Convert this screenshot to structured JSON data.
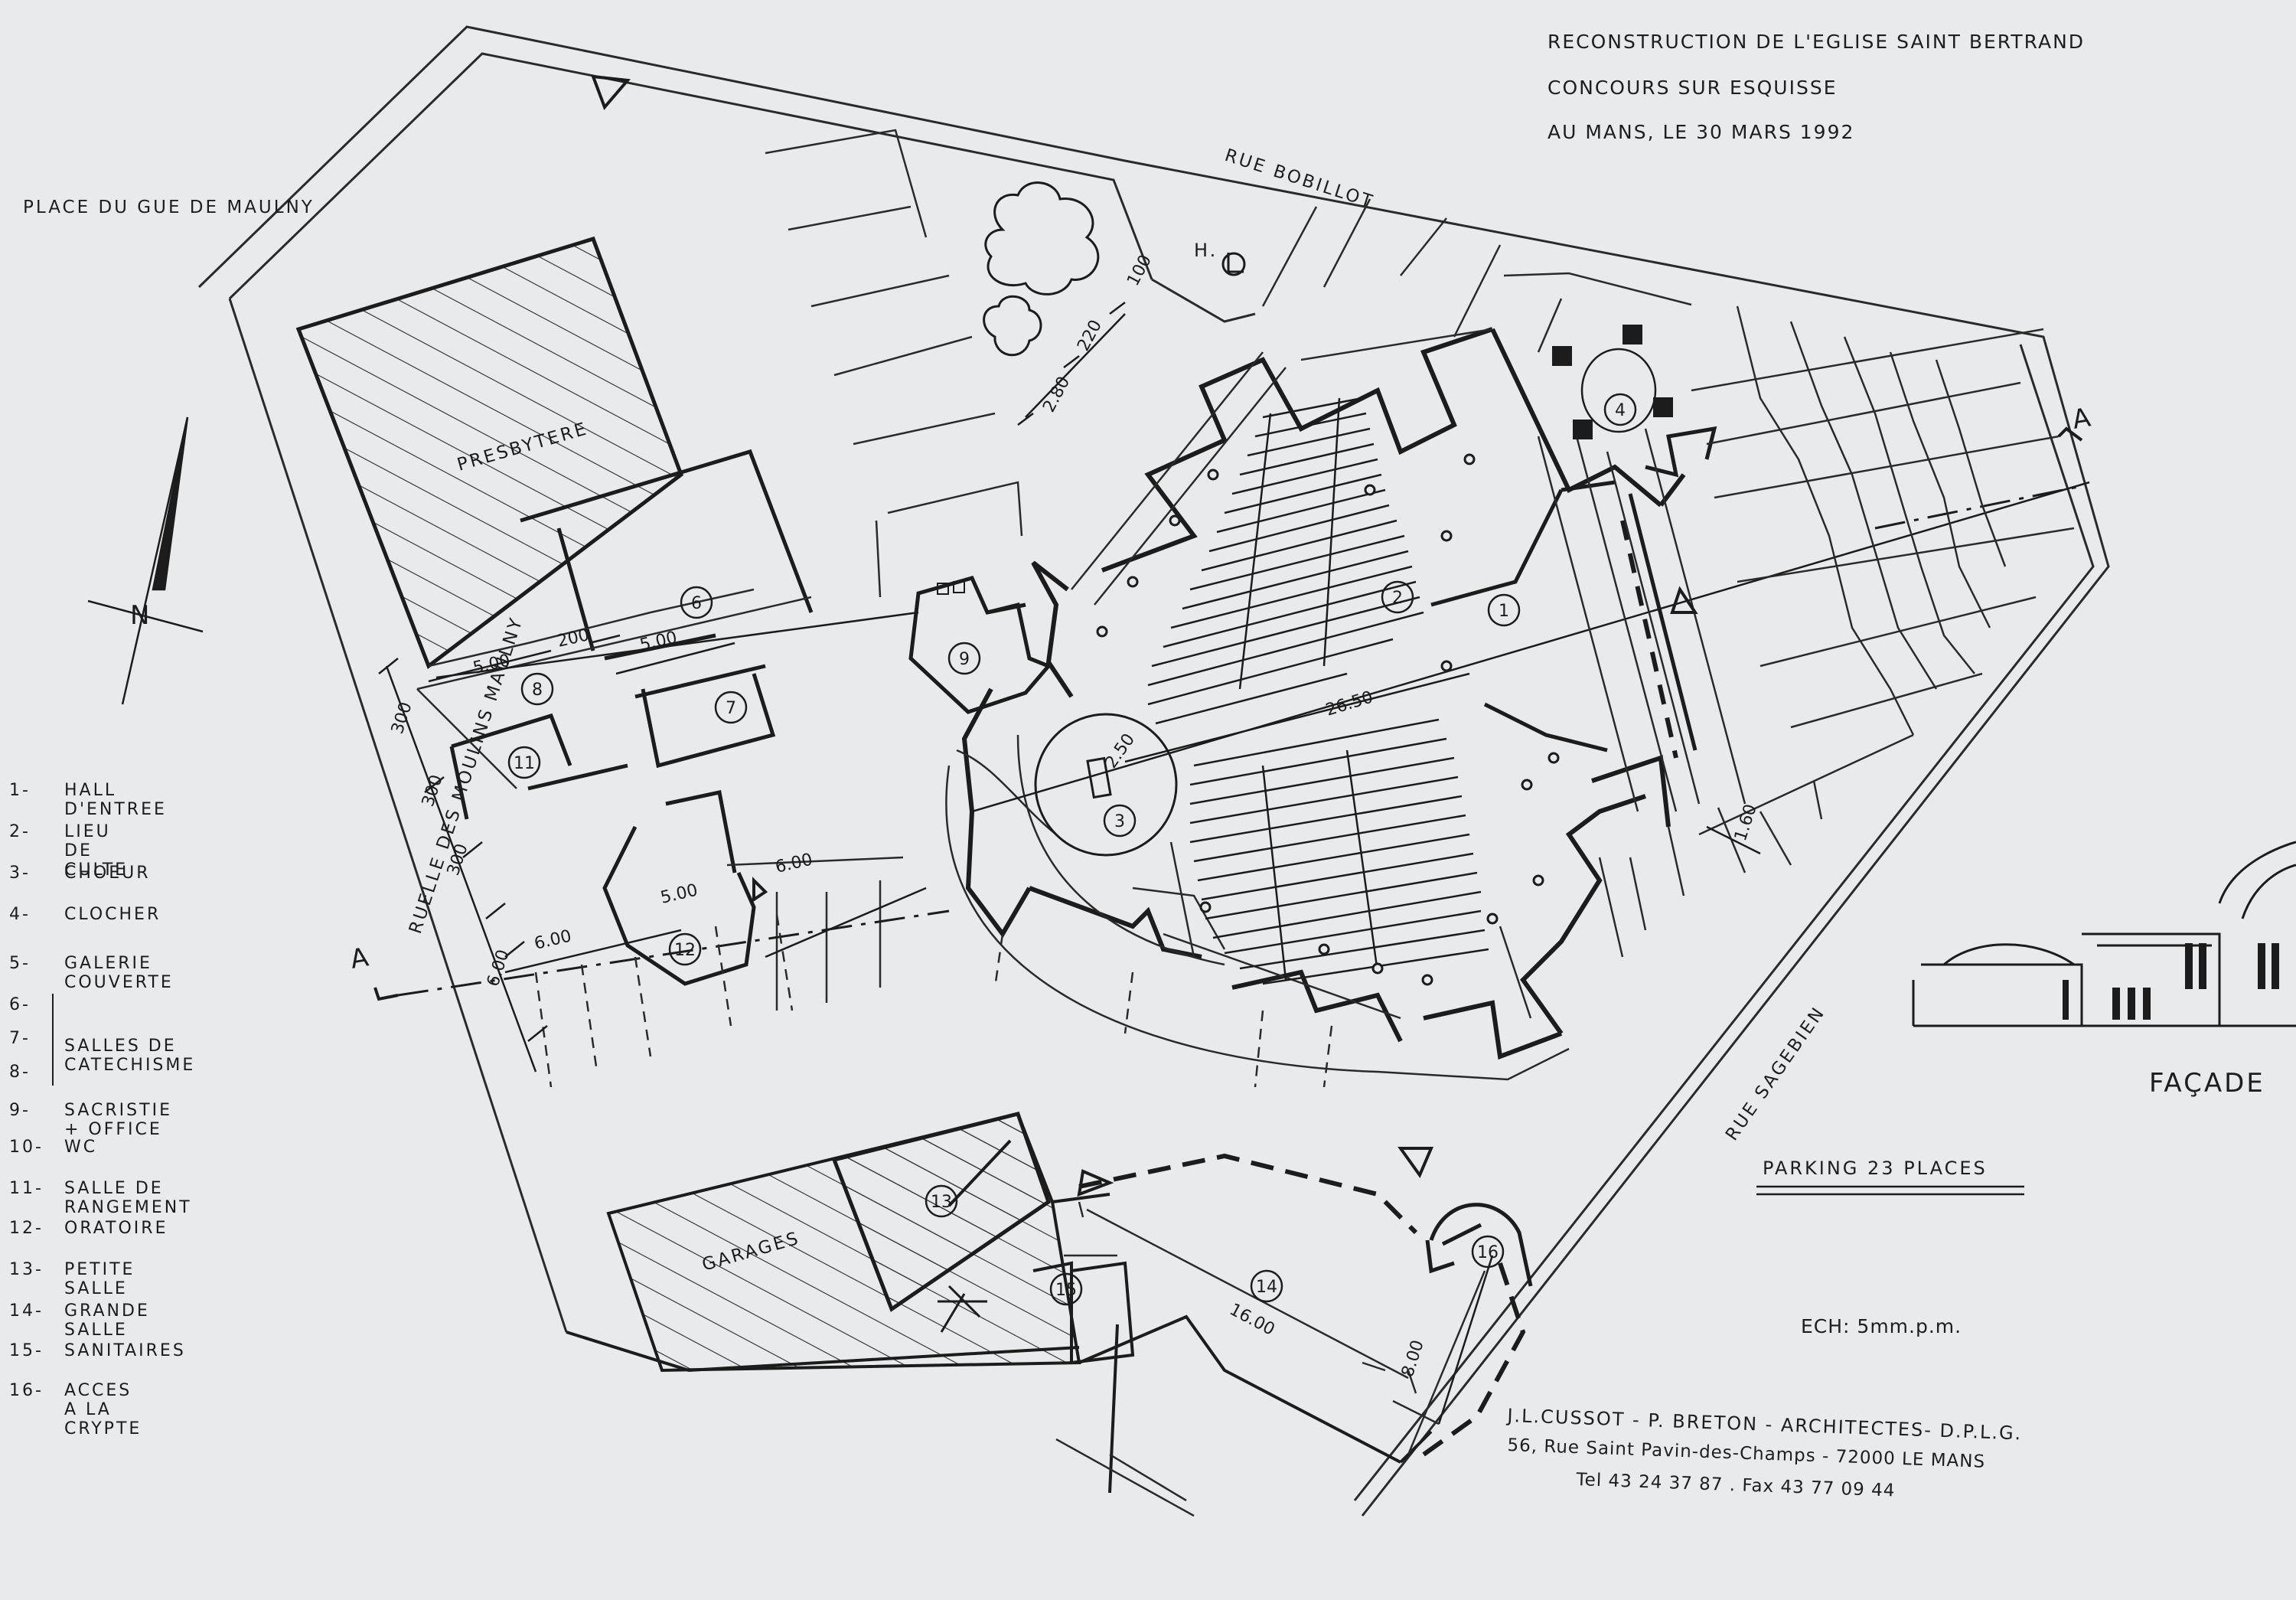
{
  "title": {
    "line1": "RECONSTRUCTION DE L'EGLISE SAINT BERTRAND",
    "line2": "CONCOURS SUR ESQUISSE",
    "line3": "AU MANS, LE 30 MARS 1992"
  },
  "streets": {
    "place": "PLACE DU GUE DE MAULNY",
    "bobillot": "RUE BOBILLOT",
    "ruelle": "RUELLE DES MOULINS MAULNY",
    "sagebien": "RUE SAGEBIEN"
  },
  "plan_labels": {
    "presbytere": "PRESBYTERE",
    "garages": "GARAGES",
    "north": "N",
    "hc": "H.",
    "section_a": "A"
  },
  "legend": [
    {
      "num": "1-",
      "text": "HALL D'ENTREE"
    },
    {
      "num": "2-",
      "text": "LIEU DE CULTE"
    },
    {
      "num": "3-",
      "text": "CHOEUR"
    },
    {
      "num": "4-",
      "text": "CLOCHER"
    },
    {
      "num": "5-",
      "text": "GALERIE COUVERTE"
    },
    {
      "num": "6-",
      "text": ""
    },
    {
      "num": "7-",
      "text": "SALLES DE  CATECHISME"
    },
    {
      "num": "8-",
      "text": ""
    },
    {
      "num": "9-",
      "text": "SACRISTIE + OFFICE"
    },
    {
      "num": "10-",
      "text": "WC"
    },
    {
      "num": "11-",
      "text": "SALLE DE RANGEMENT"
    },
    {
      "num": "12-",
      "text": "ORATOIRE"
    },
    {
      "num": "13-",
      "text": "PETITE SALLE"
    },
    {
      "num": "14-",
      "text": "GRANDE SALLE"
    },
    {
      "num": "15-",
      "text": "SANITAIRES"
    },
    {
      "num": "16-",
      "text": "ACCES A LA CRYPTE"
    }
  ],
  "dimensions": {
    "d500a": "5.00",
    "d200": "200",
    "d500b": "5.00",
    "d300a": "300",
    "d300b": "300",
    "d300c": "300",
    "d600a": "6.00",
    "d600b": "6.00",
    "d600c": "6.00",
    "d500c": "5.00",
    "d2650": "26.50",
    "d250": "2.50",
    "d280": "2.80",
    "d220": "220",
    "d100": "100",
    "d160": "1.60",
    "d1600": "16.00",
    "d800": "8.00"
  },
  "facade": "FAÇADE",
  "parking": "PARKING  23 PLACES",
  "scale": "ECH: 5mm.p.m.",
  "credits": {
    "line1": "J.L.CUSSOT  -  P. BRETON  -  ARCHITECTES- D.P.L.G.",
    "line2": "56, Rue Saint Pavin-des-Champs - 72000   LE MANS",
    "line3": "Tel  43 24 37 87       . Fax 43 77 09 44"
  },
  "rooms": [
    "1",
    "2",
    "3",
    "4",
    "6",
    "7",
    "8",
    "9",
    "11",
    "12",
    "13",
    "14",
    "15",
    "16"
  ]
}
